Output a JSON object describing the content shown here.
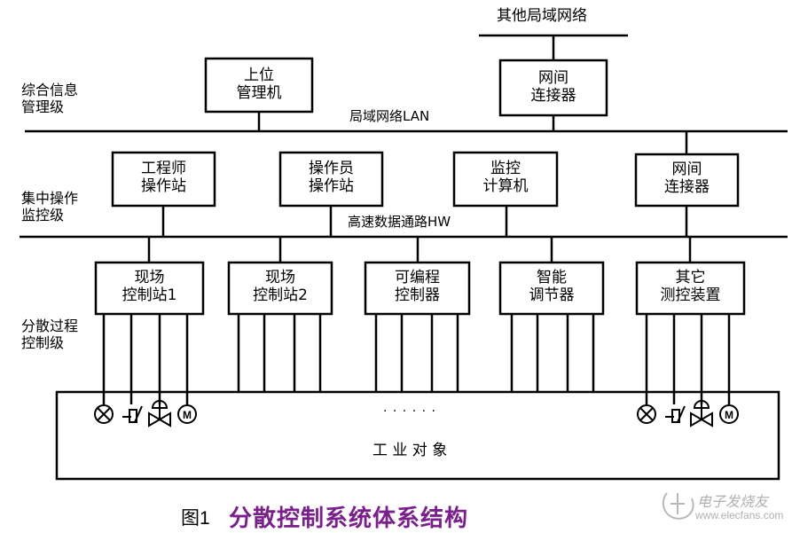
{
  "network": {
    "other_lan_label": "其他局域网络",
    "lan_label": "局域网络LAN",
    "hw_label": "高速数据通路HW"
  },
  "levels": {
    "management": [
      "综合信息",
      "管理级"
    ],
    "operation": [
      "集中操作",
      "监控级"
    ],
    "process": [
      "分散过程",
      "控制级"
    ]
  },
  "top_boxes": {
    "host": [
      "上位",
      "管理机"
    ],
    "gateway_top": [
      "网间",
      "连接器"
    ]
  },
  "mid_boxes": {
    "engineer": [
      "工程师",
      "操作站"
    ],
    "operator": [
      "操作员",
      "操作站"
    ],
    "monitor": [
      "监控",
      "计算机"
    ],
    "gateway_mid": [
      "网间",
      "连接器"
    ]
  },
  "field_boxes": {
    "station1": [
      "现场",
      "控制站1"
    ],
    "station2": [
      "现场",
      "控制站2"
    ],
    "plc": [
      "可编程",
      "控制器"
    ],
    "regulator": [
      "智能",
      "调节器"
    ],
    "other": [
      "其它",
      "测控装置"
    ]
  },
  "plant": {
    "label": "工 业 对 象",
    "ellipsis": "· · · · · ·"
  },
  "figure": {
    "number": "图1",
    "title": "分散控制系统体系结构",
    "colors": {
      "title": "#7a1f8c",
      "line": "#000000"
    }
  },
  "watermark": {
    "name": "电子发烧友",
    "url": "www.elecfans.com"
  }
}
